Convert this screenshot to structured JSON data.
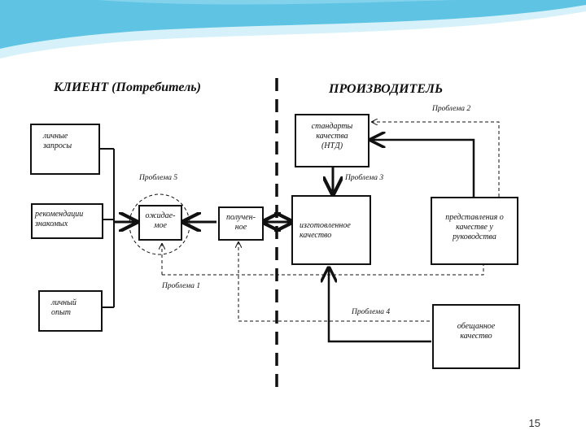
{
  "slide": {
    "page_number": "15",
    "colors": {
      "wave_dark": "#5fc3e4",
      "wave_light": "#d6f1f9",
      "line": "#111111"
    }
  },
  "headings": {
    "client": "КЛИЕНТ (Потребитель)",
    "producer": "ПРОИЗВОДИТЕЛЬ"
  },
  "boxes": {
    "personal_requests": "личные\nзапросы",
    "recommendations": "рекомендации\nзнакомых",
    "personal_experience": "личный\nопыт",
    "expectation": "ожидае-\nмое",
    "received": "получен-\nное",
    "standards": "стандарты\nкачества\n(НТД)",
    "manufactured": "изготовленное\nкачество",
    "management_view": "представления о\nкачестве у\nруководства",
    "promised": "обещанное\nкачество"
  },
  "problems": {
    "p1": "Проблема 1",
    "p2": "Проблема 2",
    "p3": "Проблема 3",
    "p4": "Проблема 4",
    "p5": "Проблема 5"
  }
}
